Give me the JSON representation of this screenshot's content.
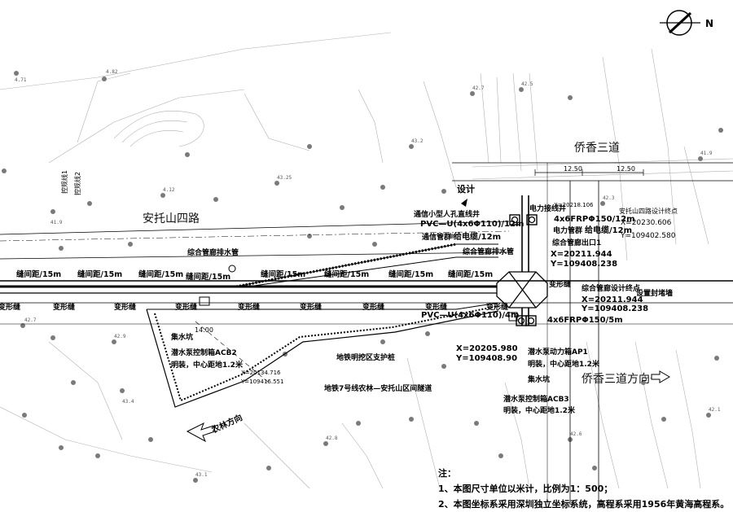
{
  "roads": {
    "main": "安托山四路",
    "east": "侨香三道",
    "east_dir": "侨香三道方向",
    "mid": "安托山四路",
    "sectional": "控规线1",
    "sectional2": "控规线2"
  },
  "directions": {
    "nonglin": "农林方向",
    "east_arrow": "侨香三道方向"
  },
  "labels": {
    "design": "设计",
    "telecom_well": "通信小型人孔直线井",
    "pvc_top": "PVC—U(4x6Φ110)/12m",
    "power_well": "电力接线井",
    "frp_top": "4x6FRPΦ150/12m",
    "power_pipe": "电力管群",
    "power_pipe2": "给电缆/12m",
    "telecom_group": "通信管群",
    "telecom_group2": "给电缆/12m",
    "tunnel_pipe": "综合管廊排水管",
    "tunnel_pipe2": "综合管廊排水管",
    "tunnel_exit": "综合管廊出口1",
    "coord1_x": "X=20211.944",
    "coord1_y": "Y=109408.238",
    "coord2_x": "X=20211.944",
    "coord2_y": "Y=109408.238",
    "tunnel_end": "综合管廊设计终点",
    "end_wall": "设置封堵墙",
    "deform": "变形缝",
    "pvc_bottom": "PVC—U(4x6Φ110)/4m",
    "frp_bottom": "4x6FRPΦ150/5m",
    "coord3_x": "X=20205.980",
    "coord3_y": "Y=109408.90",
    "pump_ap1": "潜水泵动力箱AP1",
    "pump_ap1_note": "明装，中心距地1.2米",
    "sump1": "集水坑",
    "pump_acb3": "潜水泵控制箱ACB3",
    "pump_acb3_note": "明装，中心距地1.2米",
    "sump2": "集水坑",
    "pump_acb2": "潜水泵控制箱ACB2",
    "pump_acb2_note": "明装，中心距地1.2米",
    "metro_support": "地铁明挖区支护桩",
    "metro_line": "地铁7号线农林—安托山区间隧道",
    "coord4_x": "X=20134.716",
    "coord4_y": "Y=109416.551",
    "top_x": "X=20218.106",
    "design_point": "安托山四路设计终点",
    "dp_x": "X=20230.606",
    "dp_y": "Y=109402.580",
    "dim_1250a": "12.50",
    "dim_1250b": "12.50",
    "dim_1400": "14.00",
    "spacing": "缝间距/15m"
  },
  "notes": {
    "title": "注：",
    "line1": "1、本图尺寸单位以米计，比例为1：500；",
    "line2": "2、本图坐标系采用深圳独立坐标系统，高程系采用1956年黄海高程系。"
  },
  "compass": {
    "letter": "N"
  },
  "colors": {
    "line": "#000000",
    "faint": "#9a9a9a",
    "point": "#808080"
  }
}
